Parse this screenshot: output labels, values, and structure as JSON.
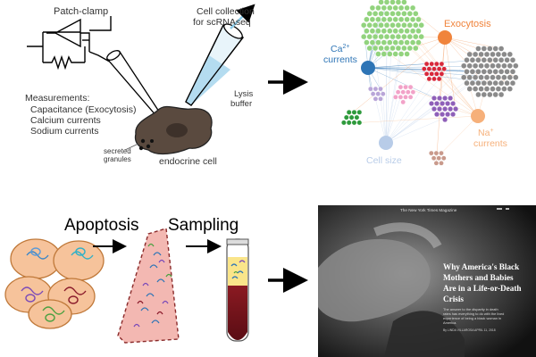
{
  "patch_panel": {
    "patch_clamp_label": "Patch-clamp",
    "cell_collection_line1": "Cell collection",
    "cell_collection_line2": "for scRNAseq",
    "lysis_line1": "Lysis",
    "lysis_line2": "buffer",
    "measurements_title": "Measurements:",
    "measurement_items": [
      "Capacitance (Exocytosis)",
      "Calcium currents",
      "Sodium currents"
    ],
    "secreted_line1": "secreted",
    "secreted_line2": "granules",
    "endocrine_cell_label": "endocrine cell"
  },
  "network_panel": {
    "exocytosis_label": "Exocytosis",
    "ca_currents_line1": "Ca",
    "ca_currents_sup": "2+",
    "ca_currents_line2": "currents",
    "na_currents_line1": "Na",
    "na_currents_sup": "+",
    "na_currents_line2": "currents",
    "cell_size_label": "Cell size",
    "colors": {
      "exocytosis": "#f0843c",
      "ca_currents": "#2e75b6",
      "na_currents": "#f6b07a",
      "cell_size": "#b8cce8",
      "cluster_green_light": "#92d37e",
      "cluster_gray": "#8a8a8a",
      "cluster_red": "#d8283a",
      "cluster_purple": "#8e5fb8",
      "cluster_pink": "#f2a2c8",
      "cluster_green_dark": "#2e9a3c",
      "cluster_lavender": "#b9a6d8",
      "cluster_tan": "#c99a8c"
    }
  },
  "apoptosis_panel": {
    "apoptosis_label": "Apoptosis",
    "sampling_label": "Sampling"
  },
  "magazine_panel": {
    "masthead": "The New York Times Magazine",
    "headline_lines": [
      "Why America's Black",
      "Mothers and Babies",
      "Are in a Life-or-Death",
      "Crisis"
    ],
    "subhead_lines": [
      "The answer to the disparity in death",
      "rates has everything to do with the lived",
      "experience of being a black woman in",
      "America."
    ],
    "byline": "By LINDA VILLAROSA   APRIL 11, 2018"
  }
}
